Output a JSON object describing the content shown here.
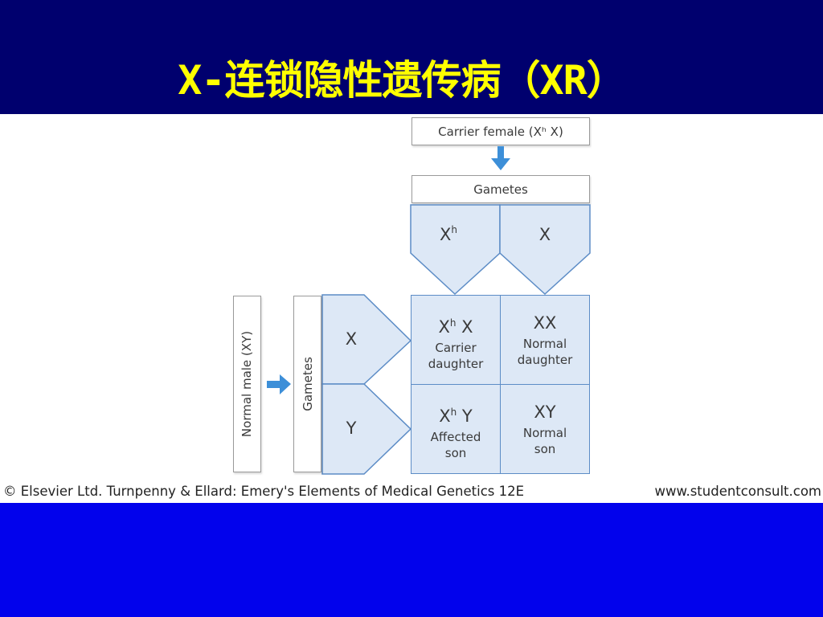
{
  "slide": {
    "title": "X-连锁隐性遗传病（XR）"
  },
  "diagram": {
    "female_parent": "Carrier female (Xʰ X)",
    "top_gametes_label": "Gametes",
    "top_gametes": [
      {
        "base": "X",
        "sup": "h"
      },
      {
        "base": "X",
        "sup": ""
      }
    ],
    "male_parent": "Normal male (XY)",
    "side_gametes_label": "Gametes",
    "side_gametes": [
      "X",
      "Y"
    ],
    "cells": [
      {
        "genotype": "X",
        "sup": "h",
        "rest": " X",
        "line1": "Carrier",
        "line2": "daughter"
      },
      {
        "genotype": "XX",
        "sup": "",
        "rest": "",
        "line1": "Normal",
        "line2": "daughter"
      },
      {
        "genotype": "X",
        "sup": "h",
        "rest": " Y",
        "line1": "Affected",
        "line2": "son"
      },
      {
        "genotype": "XY",
        "sup": "",
        "rest": "",
        "line1": "Normal",
        "line2": "son"
      }
    ]
  },
  "footer": {
    "copyright": "© Elsevier Ltd. Turnpenny & Ellard: Emery's Elements of Medical Genetics 12E",
    "website": "www.studentconsult.com"
  },
  "colors": {
    "background": "#0202ec",
    "top_band": "#00006e",
    "title": "#ffff00",
    "cell_fill": "#dde8f6",
    "cell_border": "#5c8cc6",
    "arrow": "#3d8fd8"
  }
}
